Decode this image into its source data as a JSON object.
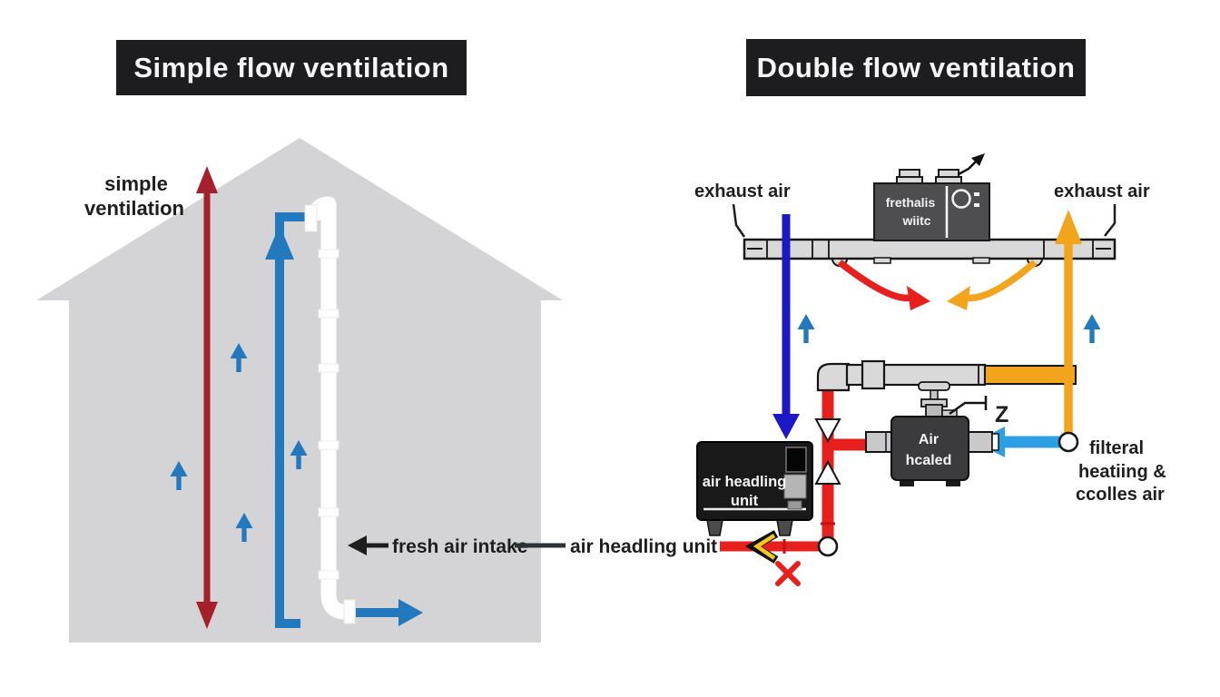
{
  "left_panel": {
    "title": "Simple flow ventilation",
    "vent_label": {
      "line1": "simple",
      "line2": "ventilation"
    },
    "bottom_labels": {
      "fresh_air_intake": "fresh air intake",
      "air_handling_unit": "air headling unit"
    }
  },
  "right_panel": {
    "title": "Double flow ventilation",
    "exhaust_air_left": "exhaust air",
    "exhaust_air_right": "exhaust air",
    "rooftop_unit": {
      "line1": "frethalis",
      "line2": "wiitc"
    },
    "ahu_box": {
      "line1": "air headling",
      "line2": "unit"
    },
    "heater_box": {
      "line1": "Air",
      "line2": "hcaled"
    },
    "z_marker": "Z",
    "filtered_label": {
      "line1": "filteral",
      "line2": "heatiing &",
      "line3": "ccolles air"
    }
  },
  "icons": {
    "red_stack_arrow": "double-headed-vertical-arrow",
    "airflow_up_arrow": "small-blue-up-arrow",
    "fresh_air_arrow": "black-left-arrow",
    "extract_air_arrow": "blue-down-arrow",
    "exhaust_up_arrow": "orange-up-arrow",
    "supply_air_arrow": "sky-blue-left-arrow",
    "check_valve": "white-triangle-valve",
    "pipe_joint": "white-circle-joint",
    "chevron_arrow": "yellow-left-chevron",
    "x_marker": "red-x-cross",
    "fan_indicator": "white-circle-gauge"
  },
  "colors": {
    "title_bg": "#1d1d1f",
    "title_text": "#f5f5f5",
    "house_gray": "#d4d4d6",
    "duct_gray": "#d9d9d9",
    "dark_red": "#a5202a",
    "bright_red": "#e8201d",
    "pipe_blue": "#2379bd",
    "royal_blue": "#1c18c5",
    "sky_blue": "#2d9fe4",
    "orange": "#f2a51c",
    "chevron_yellow": "#f4c81f",
    "ink": "#1e1e1e",
    "unit_dark": "#4e4e50",
    "box_black": "#191919",
    "heater_dark": "#3b3b3d"
  }
}
